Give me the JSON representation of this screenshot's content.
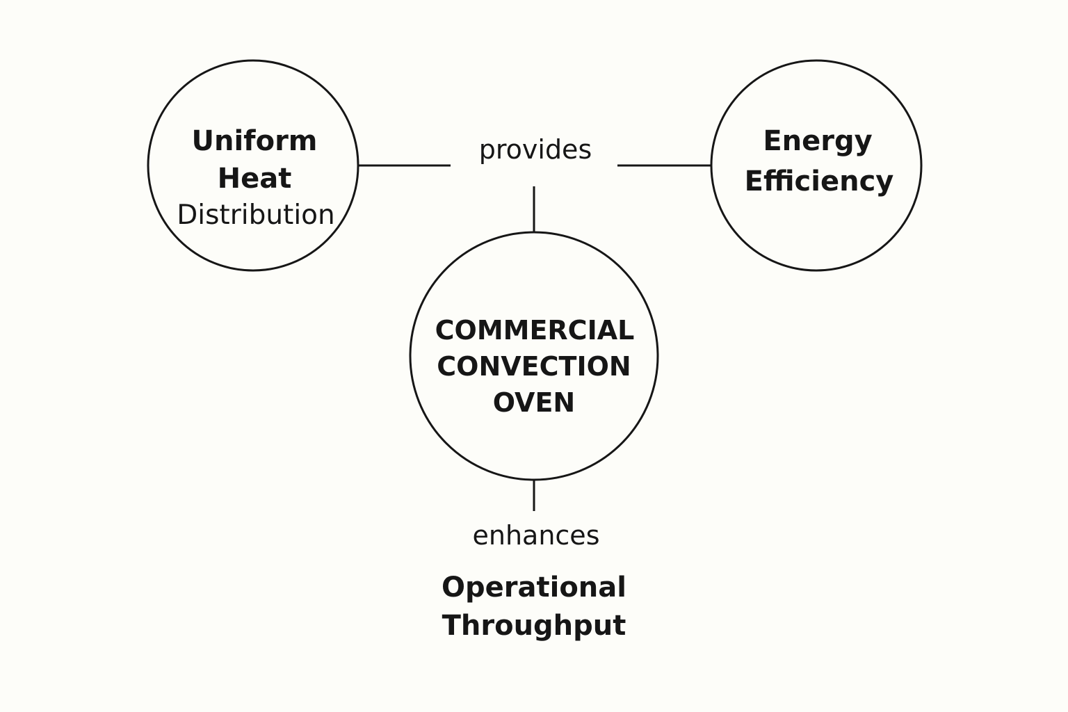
{
  "diagram": {
    "nodes": {
      "uniform_heat": {
        "line1": "Uniform",
        "line2": "Heat",
        "line3": "Distribution"
      },
      "energy_efficiency": {
        "line1": "Energy",
        "line2": "Efficiency"
      },
      "oven": {
        "line1": "COMMERCIAL",
        "line2": "CONVECTION",
        "line3": "OVEN"
      },
      "throughput": {
        "line1": "Operational",
        "line2": "Throughput"
      }
    },
    "edges": {
      "provides": "provides",
      "enhances": "enhances"
    },
    "colors": {
      "background": "#fdfdf9",
      "ink": "#161616"
    }
  }
}
